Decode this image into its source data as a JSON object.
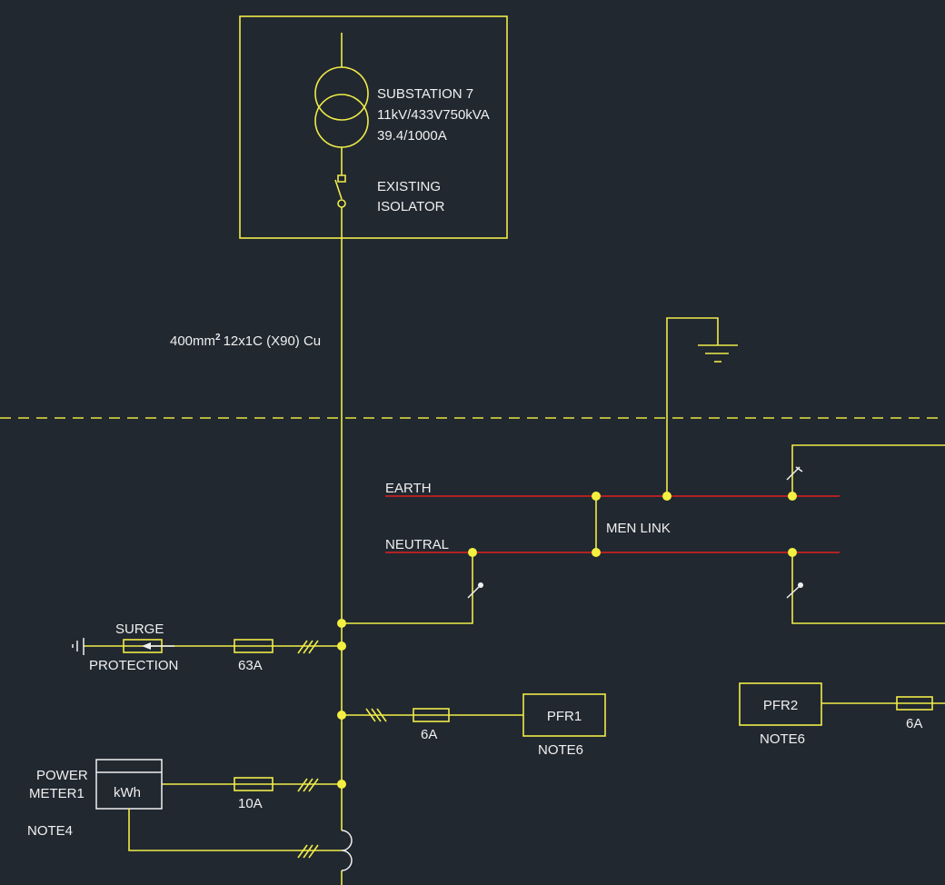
{
  "substation": {
    "name": "SUBSTATION 7",
    "rating": "11kV/433V750kVA",
    "current": "39.4/1000A"
  },
  "isolator": {
    "line1": "EXISTING",
    "line2": "ISOLATOR"
  },
  "cable": {
    "label": "400mm",
    "superscript": "2",
    "spec": "12x1C (X90) Cu"
  },
  "bus": {
    "earth": "EARTH",
    "neutral": "NEUTRAL",
    "men_link": "MEN LINK"
  },
  "surge": {
    "line1": "SURGE",
    "line2": "PROTECTION",
    "fuse": "63A"
  },
  "pfr1": {
    "name": "PFR1",
    "fuse": "6A",
    "note": "NOTE6"
  },
  "pfr2": {
    "name": "PFR2",
    "fuse": "6A",
    "note": "NOTE6"
  },
  "meter": {
    "line1": "POWER",
    "line2": "METER1",
    "unit": "kWh",
    "fuse": "10A",
    "note": "NOTE4"
  },
  "colors": {
    "background": "#212830",
    "conductor": "#f0ec48",
    "bus": "#e02020",
    "text": "#f0f0f0"
  }
}
